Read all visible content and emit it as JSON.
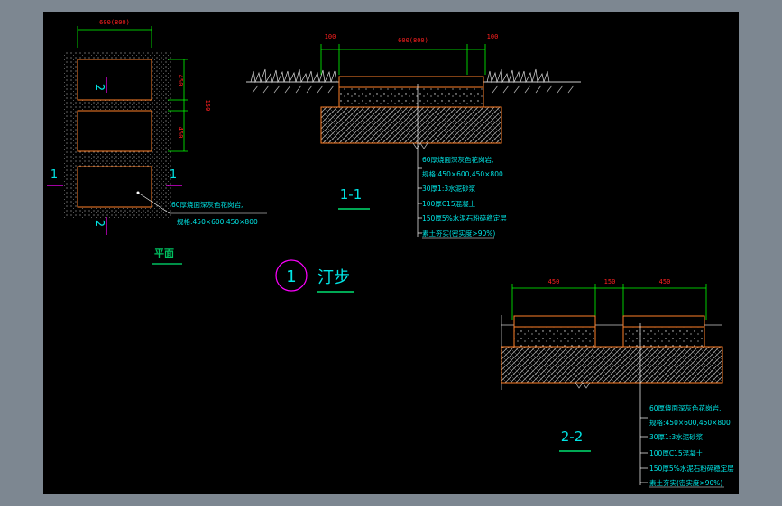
{
  "title": {
    "circle_num": "1",
    "name": "汀步"
  },
  "plan": {
    "label": "平面",
    "top_dim": "600(800)",
    "right_dim_1": "450",
    "right_dim_2": "450",
    "right_dim_3": "150",
    "section_1_left": "1",
    "section_1_right": "1",
    "section_2_top": "2",
    "section_2_bottom": "2",
    "note_line1": "60厚烧面深灰色花岗岩,",
    "note_line2": "规格:450×600,450×800"
  },
  "section_1": {
    "label": "1-1",
    "dim_left": "100",
    "dim_mid": "600(800)",
    "dim_right": "100",
    "notes": [
      "60厚烧面深灰色花岗岩,",
      "规格:450×600,450×800",
      "30厚1:3水泥砂浆",
      "100厚C15混凝土",
      "150厚5%水泥石粉碎稳定层",
      "素土夯实(密实度>90%)"
    ]
  },
  "section_2": {
    "label": "2-2",
    "dim_left": "450",
    "dim_mid": "150",
    "dim_right": "450",
    "notes": [
      "60厚烧面深灰色花岗岩,",
      "规格:450×600,450×800",
      "30厚1:3水泥砂浆",
      "100厚C15混凝土",
      "150厚5%水泥石粉碎稳定层",
      "素土夯实(密实度>90%)"
    ]
  },
  "colors": {
    "dim": "#00ff00",
    "outline": "#ff7f27",
    "note": "#00e5e5",
    "label": "#00c060",
    "mark": "#ff00ff",
    "red": "#ff2020",
    "yellow": "#ffff00"
  }
}
